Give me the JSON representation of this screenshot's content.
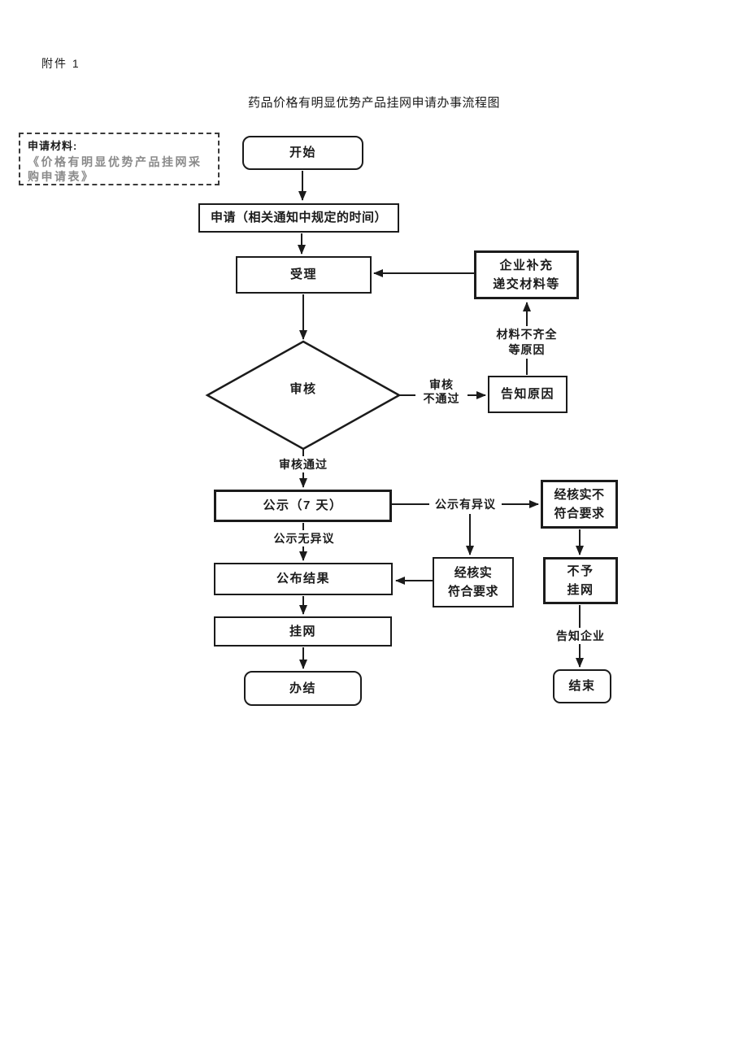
{
  "page": {
    "attachment": "附件 1",
    "title": "药品价格有明显优势产品挂网申请办事流程图"
  },
  "materials_note": {
    "heading": "申请材料:",
    "body": "《价格有明显优势产品挂网采购申请表》"
  },
  "nodes": {
    "start": "开始",
    "apply": "申请（相关通知中规定的时间）",
    "accept": "受理",
    "supplement": [
      "企业补充",
      "递交材料等"
    ],
    "review": "审核",
    "notify_reason": "告知原因",
    "publicity": "公示（7 天）",
    "verified_not_meet": [
      "经核实不",
      "符合要求"
    ],
    "verified_meet": [
      "经核实",
      "符合要求"
    ],
    "publish_result": "公布结果",
    "no_listing": [
      "不予",
      "挂网"
    ],
    "listing": "挂网",
    "complete": "办结",
    "end": "结束"
  },
  "edge_labels": {
    "material_incomplete": [
      "材料不齐全",
      "等原因"
    ],
    "review_fail": [
      "审核",
      "不通过"
    ],
    "review_pass": "审核通过",
    "publicity_objection": "公示有异议",
    "publicity_no_objection": "公示无异议",
    "inform_company": "告知企业"
  },
  "colors": {
    "ink": "#1b1b1b",
    "paper": "#ffffff",
    "note_text": "#8a8a8a"
  }
}
